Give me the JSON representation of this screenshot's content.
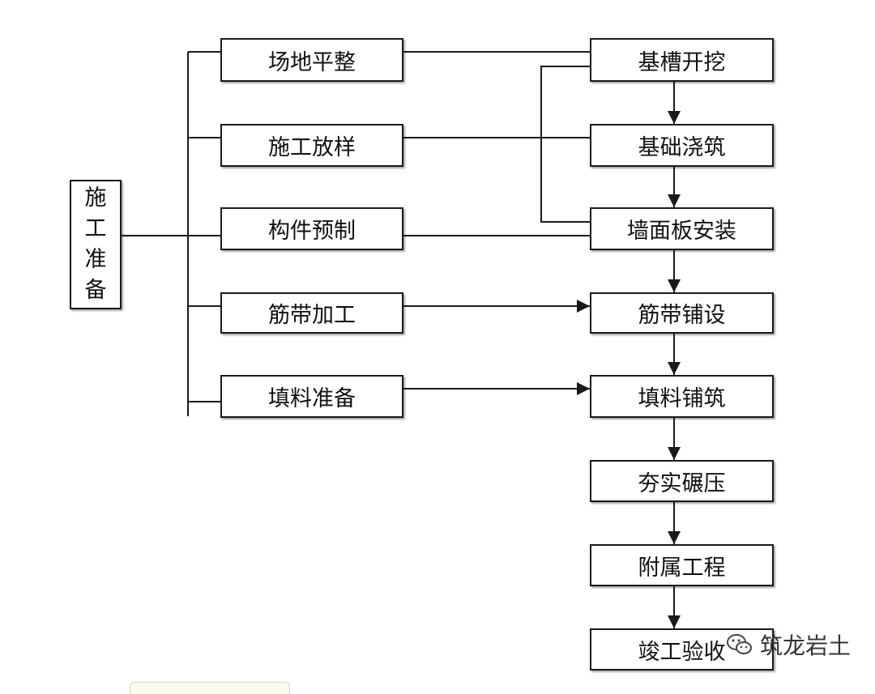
{
  "root": {
    "chars": [
      "施",
      "工",
      "准",
      "备"
    ]
  },
  "left_nodes": [
    "场地平整",
    "施工放样",
    "构件预制",
    "筋带加工",
    "填料准备"
  ],
  "right_nodes": [
    "基槽开挖",
    "基础浇筑",
    "墙面板安装",
    "筋带铺设",
    "填料铺筑",
    "夯实碾压",
    "附属工程",
    "竣工验收"
  ],
  "watermark": {
    "text": "筑龙岩土",
    "icon": "wechat-icon"
  },
  "colors": {
    "line": "#1a1a1a",
    "text": "#111111"
  }
}
